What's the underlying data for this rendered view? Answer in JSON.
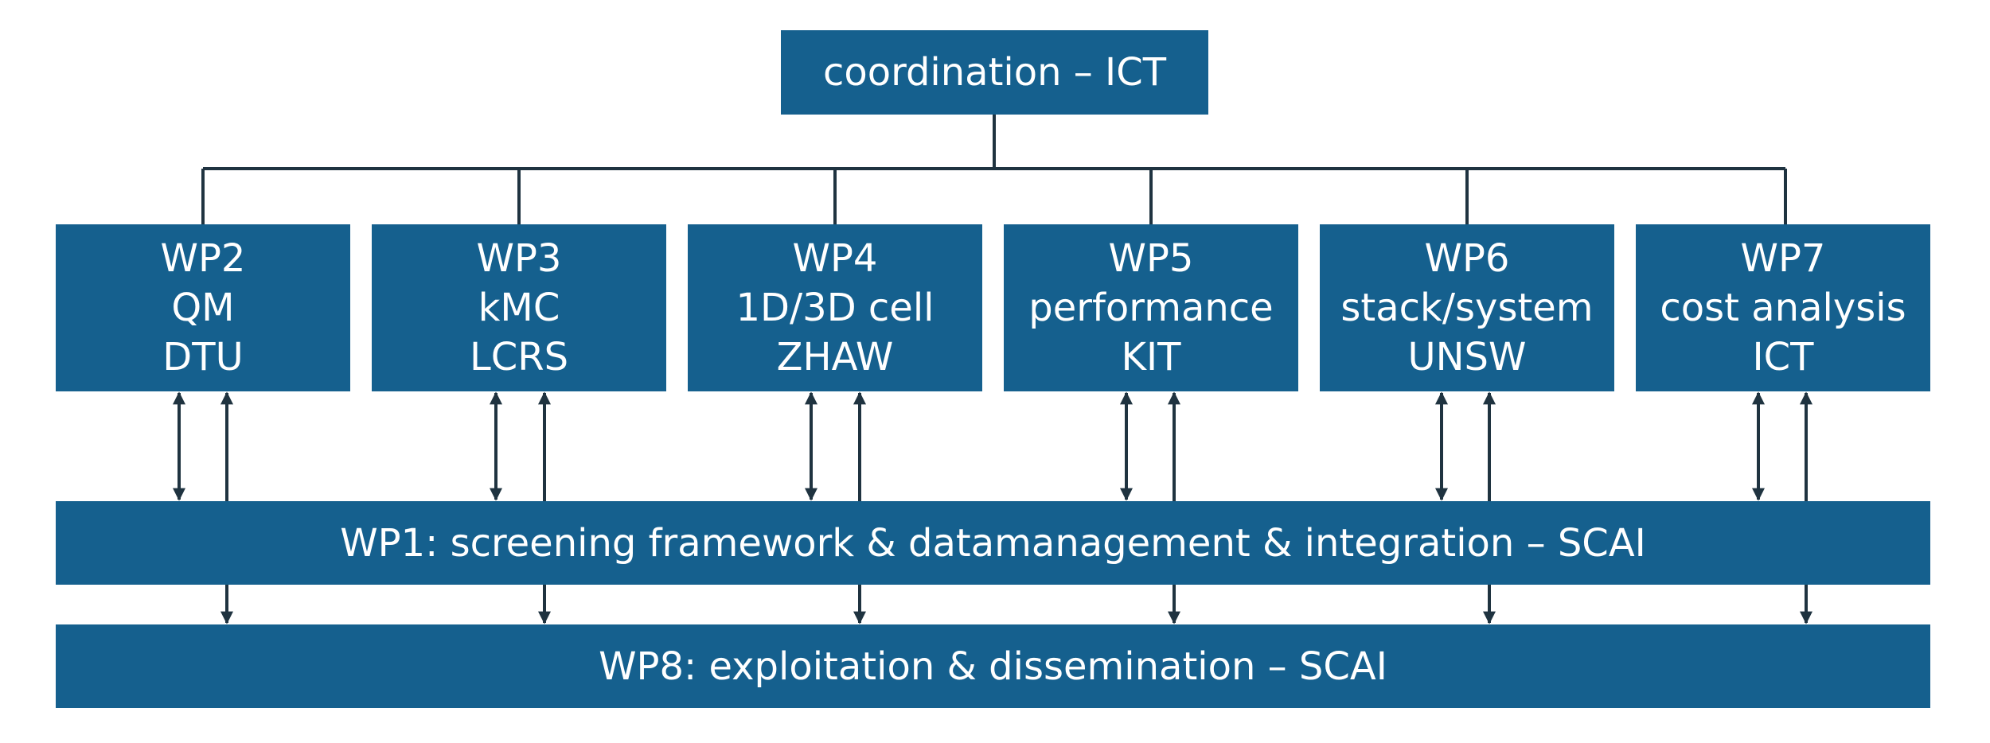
{
  "coordination": {
    "label": "coordination – ICT"
  },
  "work_packages": [
    {
      "id": "WP2",
      "topic": "QM",
      "partner": "DTU"
    },
    {
      "id": "WP3",
      "topic": "kMC",
      "partner": "LCRS"
    },
    {
      "id": "WP4",
      "topic": "1D/3D cell",
      "partner": "ZHAW"
    },
    {
      "id": "WP5",
      "topic": "performance",
      "partner": "KIT"
    },
    {
      "id": "WP6",
      "topic": "stack/system",
      "partner": "UNSW"
    },
    {
      "id": "WP7",
      "topic": "cost analysis",
      "partner": "ICT"
    }
  ],
  "wp1": {
    "label": "WP1: screening framework & datamanagement & integration – SCAI"
  },
  "wp8": {
    "label": "WP8: exploitation & dissemination – SCAI"
  },
  "colors": {
    "box_fill": "#15608e",
    "box_text": "#ffffff",
    "connector": "#1f3340"
  }
}
